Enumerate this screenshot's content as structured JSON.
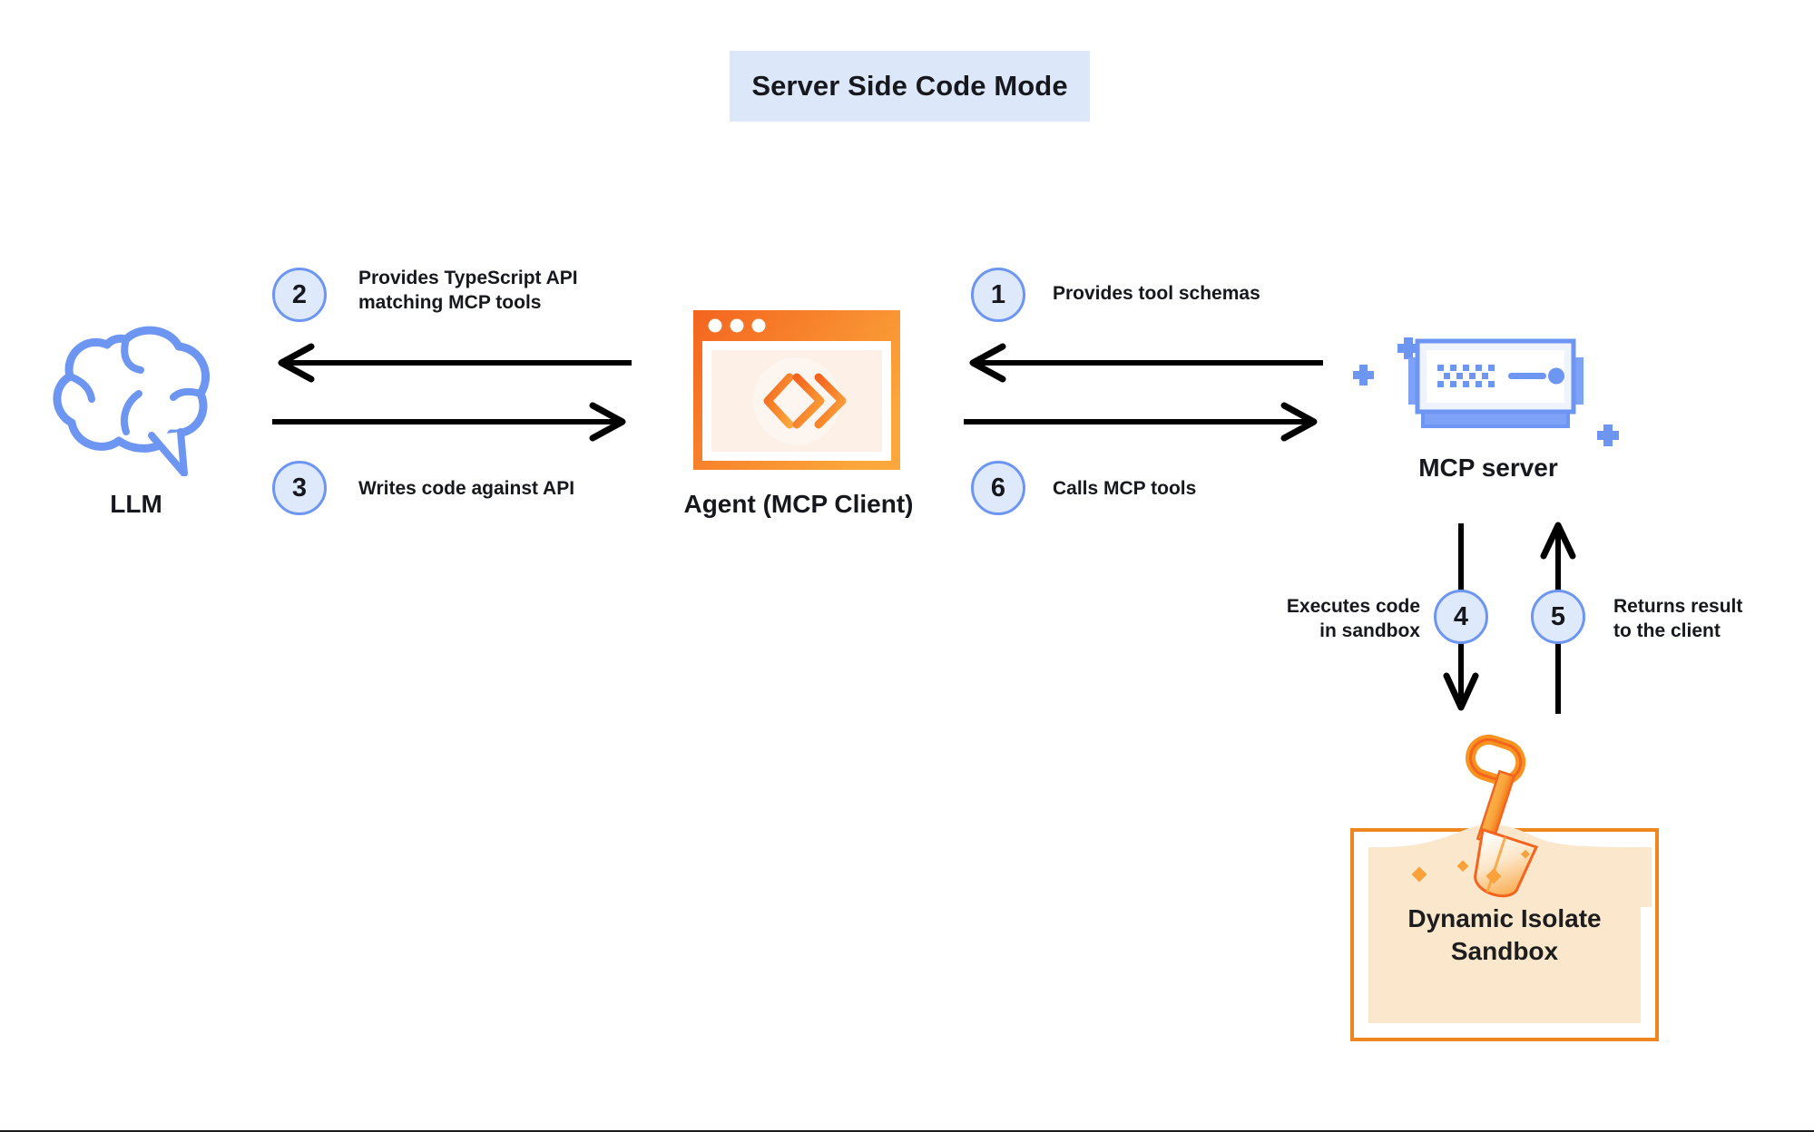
{
  "diagram": {
    "title": "Server Side Code Mode",
    "title_background": "#dce8fa",
    "accent_blue": "#6d96f2",
    "accent_blue_fill": "#dfe9fc",
    "accent_orange": "#f0861f",
    "sand_fill": "#fbe7cb",
    "text_color": "#16181d",
    "background": "#ffffff"
  },
  "nodes": {
    "llm": {
      "caption": "LLM",
      "icon": "brain-icon"
    },
    "agent": {
      "caption": "Agent (MCP Client)",
      "icon": "browser-window-code-icon"
    },
    "mcp_server": {
      "caption": "MCP server",
      "icon": "server-rack-icon"
    },
    "sandbox": {
      "caption": "Dynamic Isolate\nSandbox",
      "icon": "shovel-in-sand-icon"
    }
  },
  "steps": [
    {
      "number": "1",
      "label": "Provides tool schemas",
      "direction": "right-to-left",
      "from": "mcp_server",
      "to": "agent"
    },
    {
      "number": "2",
      "label": "Provides TypeScript API\nmatching MCP tools",
      "direction": "right-to-left",
      "from": "agent",
      "to": "llm"
    },
    {
      "number": "3",
      "label": "Writes code against API",
      "direction": "left-to-right",
      "from": "llm",
      "to": "agent"
    },
    {
      "number": "4",
      "label": "Executes code\nin sandbox",
      "direction": "down",
      "from": "mcp_server",
      "to": "sandbox"
    },
    {
      "number": "5",
      "label": "Returns result\nto the client",
      "direction": "up",
      "from": "sandbox",
      "to": "mcp_server"
    },
    {
      "number": "6",
      "label": "Calls MCP tools",
      "direction": "left-to-right",
      "from": "agent",
      "to": "mcp_server"
    }
  ]
}
